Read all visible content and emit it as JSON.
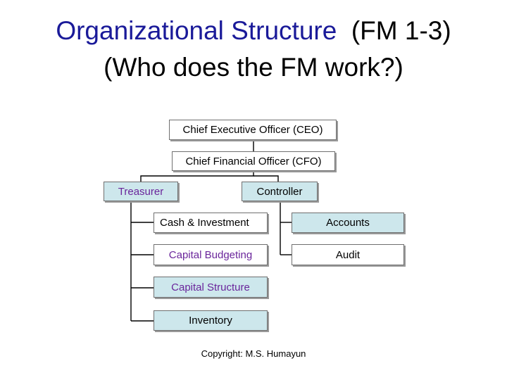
{
  "title": {
    "line1_main": "Organizational Structure",
    "line1_code": "(FM 1-3)",
    "line2": "(Who does the FM work?)"
  },
  "org_chart": {
    "ceo": "Chief Executive Officer (CEO)",
    "cfo": "Chief Financial Officer (CFO)",
    "treasurer": "Treasurer",
    "controller": "Controller",
    "treasurer_duties": [
      "Cash & Investment",
      "Capital Budgeting",
      "Capital Structure",
      "Inventory"
    ],
    "controller_duties": [
      "Accounts",
      "Audit"
    ]
  },
  "colors": {
    "title_accent": "#1a1a99",
    "box_fill": "#cde7ec",
    "treasurer_text": "#6a259b"
  },
  "footer": {
    "copyright": "Copyright: M.S. Humayun"
  }
}
